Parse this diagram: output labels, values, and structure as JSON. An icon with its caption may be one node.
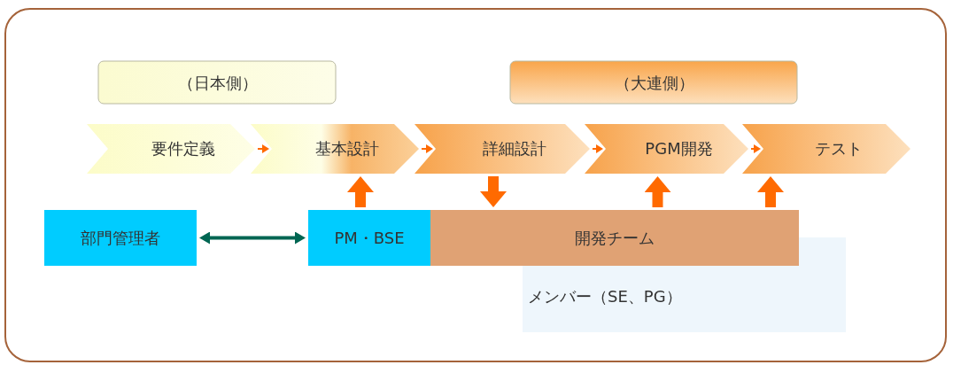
{
  "diagram": {
    "nodes": [
      {
        "text": [
          "（日本側）"
        ]
      },
      {
        "text": [
          "（大連側）"
        ]
      },
      {
        "text": [
          "要件定義"
        ]
      },
      {
        "text": [
          "基本設計"
        ]
      },
      {
        "text": [
          "詳細設計"
        ]
      },
      {
        "text": [
          "PGM開発"
        ]
      },
      {
        "text": [
          "テスト"
        ]
      },
      {
        "text": [
          "部門管理者"
        ]
      },
      {
        "text": [
          "PM・BSE"
        ]
      },
      {
        "text": [
          "開発チーム"
        ]
      },
      {
        "text": [
          "メンバー（SE、PG）"
        ]
      }
    ],
    "edges": [
      {
        "from": 7,
        "to": 8,
        "arrow": "both",
        "color": "#006652"
      },
      {
        "from": 8,
        "to": 3,
        "arrow": "to",
        "style": "thick"
      },
      {
        "from": 4,
        "to": 9,
        "arrow": "to",
        "style": "thick"
      },
      {
        "from": 9,
        "to": 5,
        "arrow": "to",
        "style": "thick"
      },
      {
        "from": 9,
        "to": 6,
        "arrow": "to",
        "style": "thick"
      },
      {
        "from": 2,
        "to": 3,
        "arrow": "to"
      },
      {
        "from": 3,
        "to": 4,
        "arrow": "to"
      },
      {
        "from": 4,
        "to": 5,
        "arrow": "to"
      },
      {
        "from": 5,
        "to": 6,
        "arrow": "to"
      }
    ]
  }
}
